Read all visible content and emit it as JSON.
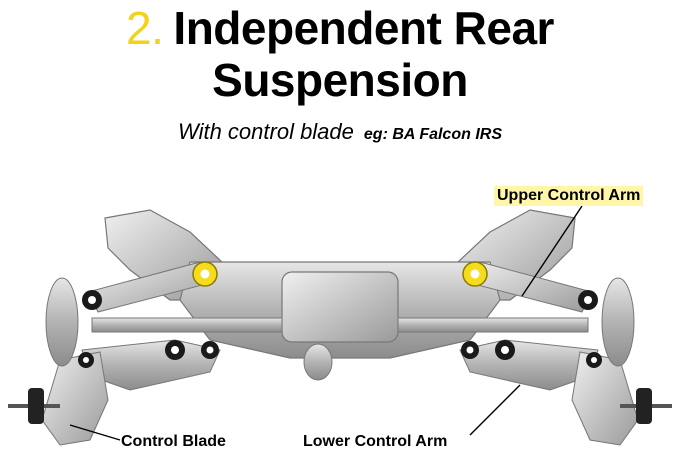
{
  "title": {
    "number": "2.",
    "line1": "Independent Rear",
    "line2": "Suspension"
  },
  "subtitle": {
    "main": "With control blade",
    "example": "eg: BA Falcon IRS"
  },
  "labels": {
    "upper_control_arm": "Upper Control Arm",
    "control_blade": "Control Blade",
    "lower_control_arm": "Lower Control Arm"
  },
  "colors": {
    "title_number": "#f2d21a",
    "highlight_bush": "#f5dc1e",
    "label_highlight": "#fff6a8",
    "metal": "#b9b9b9"
  }
}
